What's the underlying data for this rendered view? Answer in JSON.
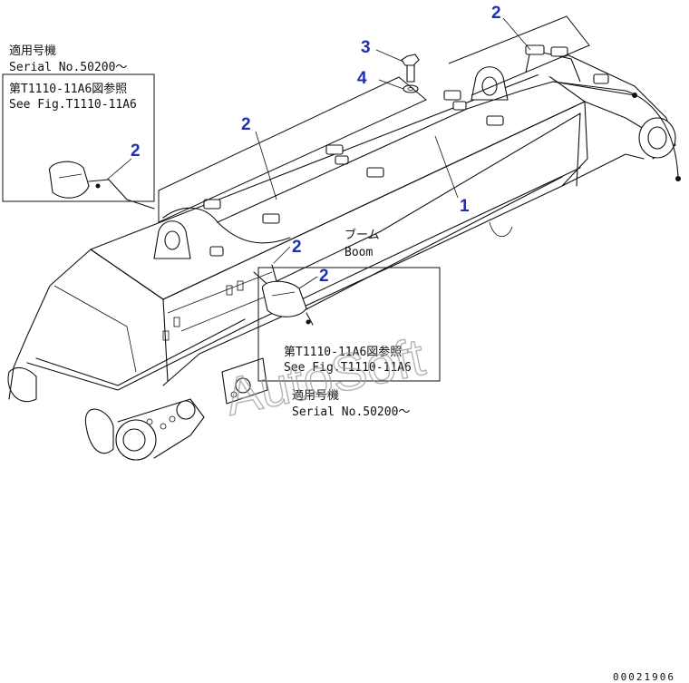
{
  "callouts": {
    "top_right": "2",
    "bolt": "3",
    "washer": "4",
    "left_box": "2",
    "middle": "2",
    "boom_front": "2",
    "right_box": "2",
    "harness": "1"
  },
  "boom_label": {
    "jp": "ブーム",
    "en": "Boom"
  },
  "left_note": {
    "serial_jp": "適用号機",
    "serial_en": "Serial No.50200〜",
    "ref_jp": "第T1110-11A6図参照",
    "ref_en": "See Fig.T1110-11A6"
  },
  "right_note": {
    "ref_jp": "第T1110-11A6図参照",
    "ref_en": "See Fig.T1110-11A6",
    "serial_jp": "適用号機",
    "serial_en": "Serial No.50200〜"
  },
  "watermark": "AutoSoft",
  "drawing_number": "00021906"
}
